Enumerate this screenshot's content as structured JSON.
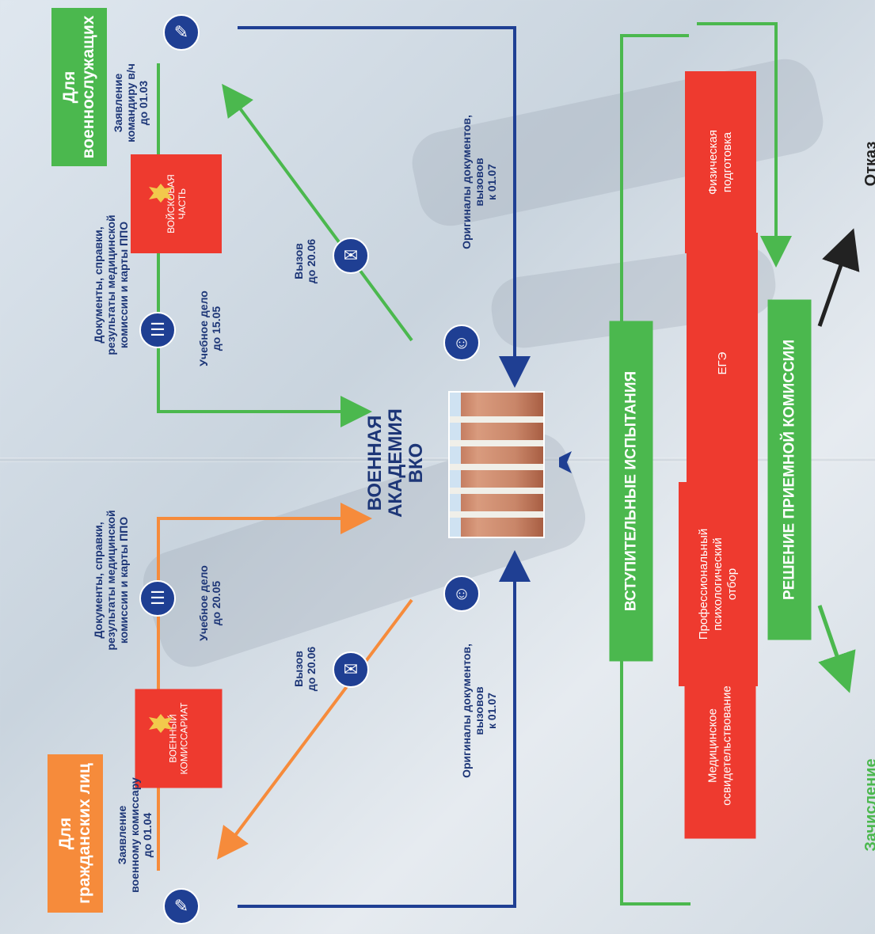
{
  "military": {
    "header": "Для\nвоеннослужащих",
    "application": "Заявление\nкомандиру в/ч\nдо 01.03",
    "unit": "ВОЙСКОВАЯ\nЧАСТЬ",
    "documents": "Документы, справки,\nрезультаты медицинской\nкомиссии и карты ППО",
    "file_deadline": "Учебное дело\nдо 15.05",
    "call": "Вызов\nдо 20.06",
    "originals": "Оригиналы документов,\nвызовов\nк 01.07"
  },
  "civilian": {
    "header": "Для\nгражданских лиц",
    "application": "Заявление\nвоенному комиссару\nдо 01.04",
    "office": "ВОЕННЫЙ\nКОМИССАРИАТ",
    "documents": "Документы, справки,\nрезультаты медицинской\nкомиссии и карты ППО",
    "file_deadline": "Учебное дело\nдо 20.05",
    "call": "Вызов\nдо 20.06",
    "originals": "Оригиналы документов,\nвызовов\nк 01.07"
  },
  "academy": {
    "title": "ВОЕННАЯ АКАДЕМИЯ\nВКО"
  },
  "exams": {
    "title": "ВСТУПИТЕЛЬНЫЕ ИСПЫТАНИЯ",
    "items": [
      "Медицинское\nосвидетельствование",
      "Профессиональный\nпсихологический\nотбор",
      "ЕГЭ",
      "Физическая\nподготовка"
    ]
  },
  "decision": {
    "title": "РЕШЕНИЕ ПРИЕМНОЙ КОМИССИИ",
    "enroll": "Зачисление",
    "reject": "Отказ"
  },
  "colors": {
    "green": "#4bb84e",
    "orange": "#f68b3b",
    "blue": "#1f3f93",
    "red": "#ee3a2f"
  },
  "icons": [
    "application-icon",
    "files-icon",
    "envelope-icon",
    "documents-icon",
    "emblem-icon",
    "building-photo"
  ]
}
